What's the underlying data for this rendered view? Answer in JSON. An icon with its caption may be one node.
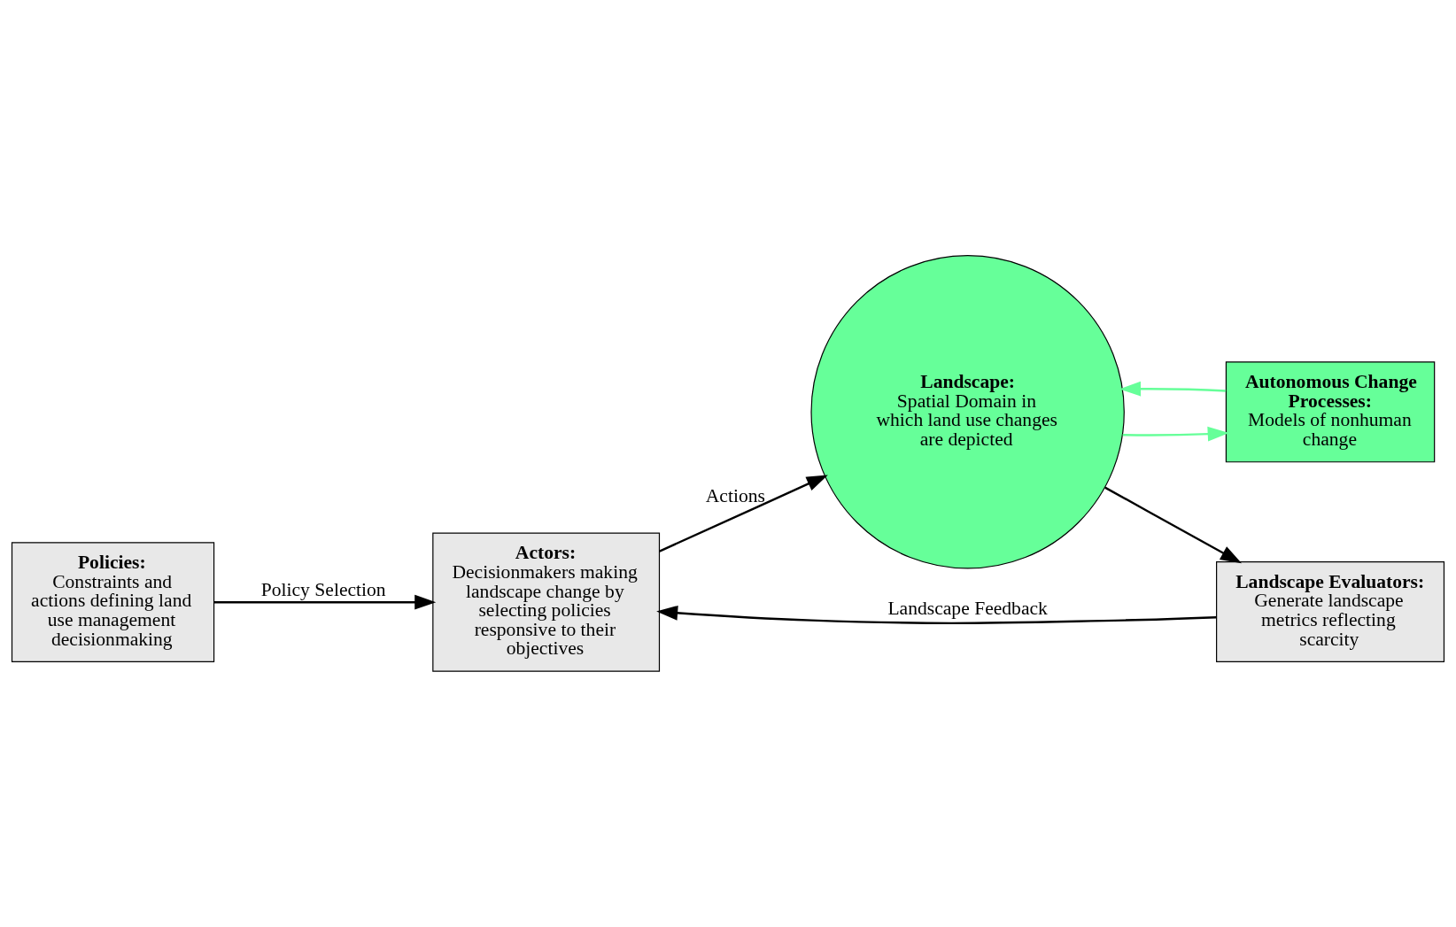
{
  "diagram": {
    "nodes": [
      {
        "text": [
          "Actors:",
          "Decisionmakers making landscape change by selecting policies responsive to their objectives"
        ]
      },
      {
        "text": [
          "Landscape Evaluators:",
          "Generate landscape metrics reflecting scarcity"
        ]
      },
      {
        "text": [
          "Landscape:",
          "Spatial Domain in which land use changes are depicted"
        ]
      },
      {
        "text": [
          "Policies:",
          "Constraints and actions defining land use management decisionmaking"
        ]
      },
      {
        "text": [
          "Autonomous Change Processes:",
          "Models of nonhuman change"
        ]
      }
    ],
    "edges": [
      {
        "from": 1,
        "to": 0,
        "arrow": "to",
        "label": "Landscape Feedback"
      },
      {
        "from": 0,
        "to": 2,
        "arrow": "to",
        "label": "Actions"
      },
      {
        "from": 3,
        "to": 0,
        "arrow": "to",
        "label": "Policy Selection"
      },
      {
        "from": 2,
        "to": 1,
        "arrow": "to"
      },
      {
        "from": 4,
        "to": 2,
        "arrow": "to",
        "color": "#66ff99"
      },
      {
        "from": 2,
        "to": 4,
        "arrow": "to",
        "color": "#66ff99"
      }
    ]
  }
}
